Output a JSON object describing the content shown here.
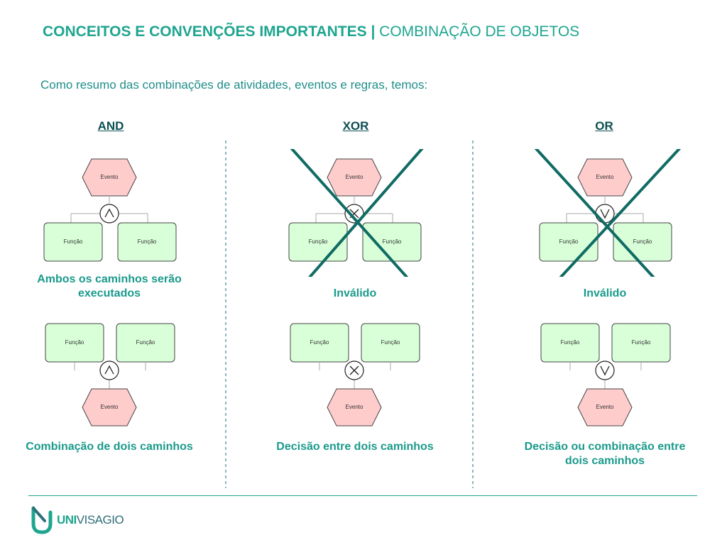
{
  "header": {
    "title_bold": "CONCEITOS E CONVENÇÕES IMPORTANTES |",
    "title_light": " COMBINAÇÃO DE OBJETOS"
  },
  "intro": "Como resumo das combinações de atividades, eventos e regras, temos:",
  "columns": [
    {
      "title": "AND",
      "split": {
        "event": "Evento",
        "functions": [
          "Função",
          "Função"
        ],
        "operator": "and-icon",
        "invalid": false,
        "caption": "Ambos os caminhos serão executados"
      },
      "join": {
        "functions": [
          "Função",
          "Função"
        ],
        "event": "Evento",
        "operator": "and-icon",
        "caption": "Combinação de dois caminhos"
      }
    },
    {
      "title": "XOR",
      "split": {
        "event": "Evento",
        "functions": [
          "Função",
          "Função"
        ],
        "operator": "xor-icon",
        "invalid": true,
        "caption": "Inválido"
      },
      "join": {
        "functions": [
          "Função",
          "Função"
        ],
        "event": "Evento",
        "operator": "xor-icon",
        "caption": "Decisão entre dois caminhos"
      }
    },
    {
      "title": "OR",
      "split": {
        "event": "Evento",
        "functions": [
          "Função",
          "Função"
        ],
        "operator": "or-icon",
        "invalid": true,
        "caption": "Inválido"
      },
      "join": {
        "functions": [
          "Função",
          "Função"
        ],
        "event": "Evento",
        "operator": "or-icon",
        "caption": "Decisão ou combinação entre dois caminhos"
      }
    }
  ],
  "logo": {
    "text_bold": "UNI",
    "text_rest": "VISAGIO"
  },
  "colors": {
    "accent": "#1ea58f",
    "title_dark": "#0d4f52",
    "event_fill": "#ffcccc",
    "function_fill": "#d9ffd9",
    "cross": "#0f6b63"
  }
}
